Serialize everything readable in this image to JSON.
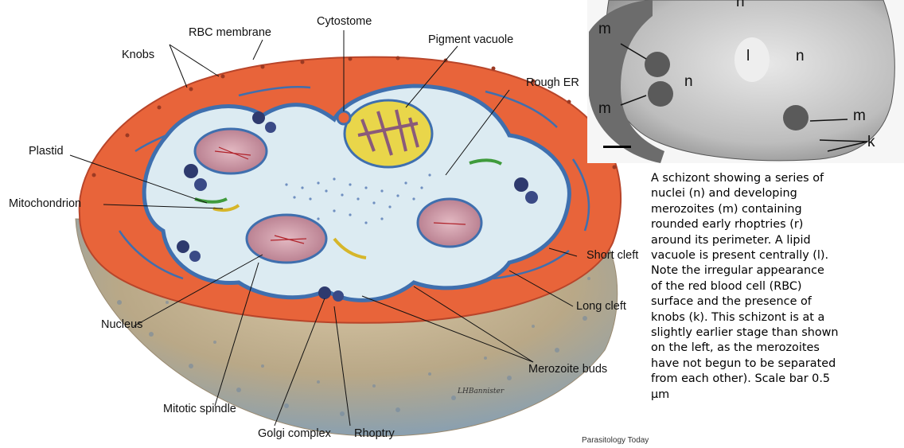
{
  "diagram": {
    "labels": {
      "rbc_membrane": "RBC membrane",
      "cytostome": "Cytostome",
      "pigment_vacuole": "Pigment vacuole",
      "knobs": "Knobs",
      "rough_er": "Rough ER",
      "plastid": "Plastid",
      "mitochondrion": "Mitochondrion",
      "short_cleft": "Short cleft",
      "long_cleft": "Long cleft",
      "nucleus": "Nucleus",
      "merozoite_buds": "Merozoite buds",
      "mitotic_spindle": "Mitotic spindle",
      "golgi_complex": "Golgi complex",
      "rhoptry": "Rhoptry"
    },
    "signature": "LHBannister",
    "credit": "Parasitology Today"
  },
  "micrograph": {
    "labels": {
      "m_top": "m",
      "m_mid": "m",
      "m_right": "m",
      "n_top": "n",
      "n_right": "n",
      "n_left": "n",
      "l": "l",
      "k": "k"
    }
  },
  "caption": {
    "lines": [
      "A schizont showing a series of",
      "nuclei (n) and developing",
      "merozoites (m) containing",
      "rounded early rhoptries (r)",
      "around its perimeter. A lipid",
      "vacuole is present centrally (l).",
      "Note the irregular appearance",
      "of the red blood cell (RBC)",
      "surface and the presence of",
      "knobs (k). This schizont is at a",
      "slightly earlier stage than shown",
      "on the left, as the merozoites",
      "have not begun to be separated",
      "from each other). Scale bar 0.5",
      "µm"
    ]
  },
  "colors": {
    "rbc_red": "#e8643a",
    "cytoplasm": "#dcebf2",
    "membrane_blue": "#3f6fae",
    "nucleus_pink": "#c98a9c",
    "pigment_yellow": "#e9d64a",
    "cut_surface": "#c9b79a"
  }
}
